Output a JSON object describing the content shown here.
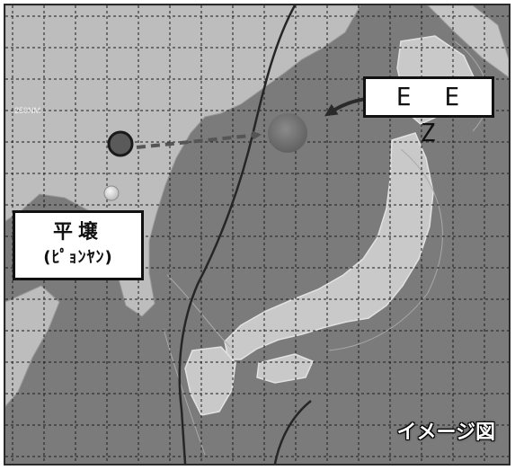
{
  "labels": {
    "eez": "E E Z",
    "city_name": "平壌",
    "city_reading": "(ﾋﾟｮﾝﾔﾝ)",
    "range": "250NM",
    "caption": "イメージ図"
  },
  "colors": {
    "sea": "#7b7b7b",
    "land": "#bdbdbd",
    "mainland": "#c9c9c9",
    "grid": "#1c1c1c",
    "eez_line": "#262626",
    "arrow": "#555555",
    "impact_marker": "#6e6e6e",
    "launch_marker": "#5a5a5a",
    "city_marker": "#d8d8d8"
  },
  "icons": {
    "launch": "launch-point-marker",
    "impact": "impact-zone-marker",
    "city": "city-marker",
    "trajectory": "dashed-arrow",
    "pointer": "curved-arrow"
  }
}
